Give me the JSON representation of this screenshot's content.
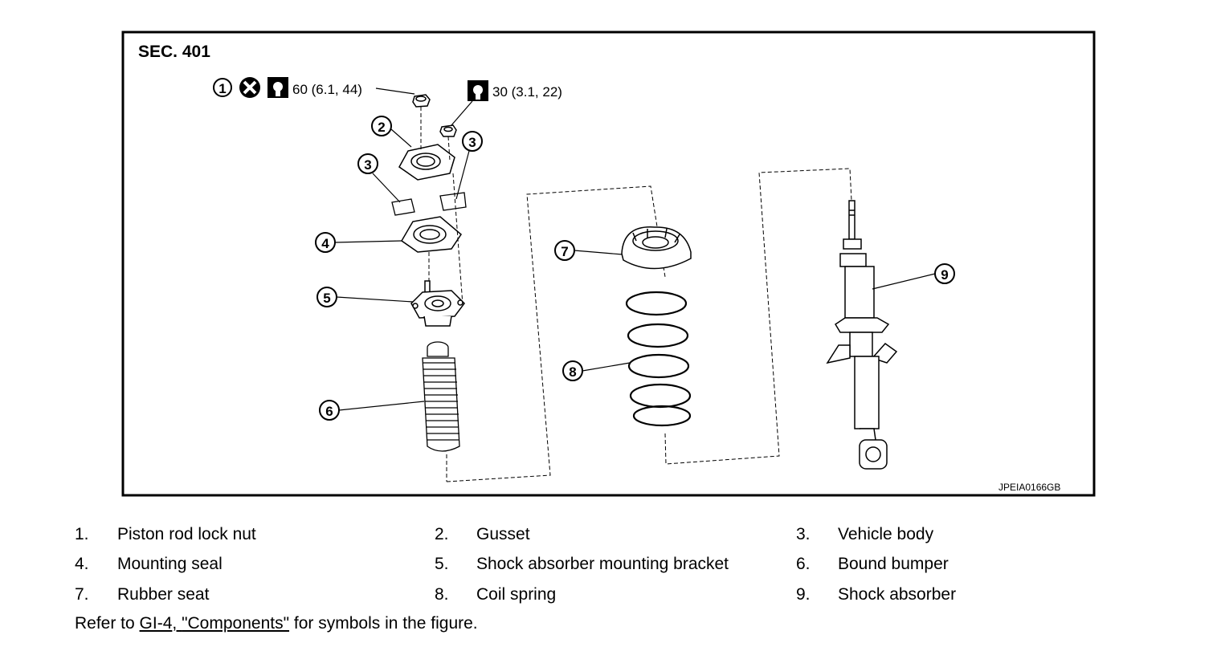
{
  "figure": {
    "section": "SEC. 401",
    "figure_code": "JPEIA0166GB",
    "torque_1": "60 (6.1, 44)",
    "torque_2": "30 (3.1, 22)",
    "callouts": [
      "1",
      "2",
      "3",
      "3",
      "4",
      "5",
      "6",
      "7",
      "8",
      "9"
    ]
  },
  "legend": [
    {
      "num": "1.",
      "label": "Piston rod lock nut"
    },
    {
      "num": "2.",
      "label": "Gusset"
    },
    {
      "num": "3.",
      "label": "Vehicle body"
    },
    {
      "num": "4.",
      "label": "Mounting seal"
    },
    {
      "num": "5.",
      "label": "Shock absorber mounting bracket"
    },
    {
      "num": "6.",
      "label": "Bound bumper"
    },
    {
      "num": "7.",
      "label": "Rubber seat"
    },
    {
      "num": "8.",
      "label": "Coil spring"
    },
    {
      "num": "9.",
      "label": "Shock absorber"
    }
  ],
  "reference": {
    "prefix": "Refer to ",
    "link_code": "GI-4",
    "link_sep": ", ",
    "link_title": "\"Components\"",
    "suffix": " for symbols in the figure."
  }
}
